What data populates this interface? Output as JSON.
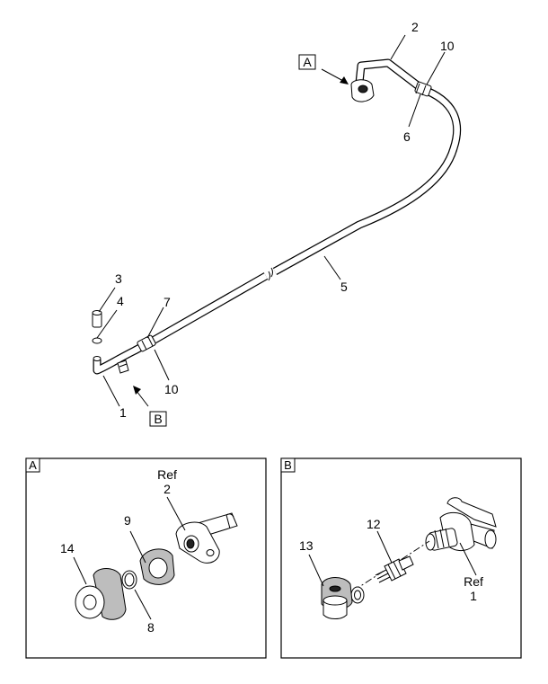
{
  "callouts": {
    "c2": "2",
    "c10_top": "10",
    "c6": "6",
    "c5": "5",
    "c3": "3",
    "c4": "4",
    "c7": "7",
    "c10_bottom": "10",
    "c1": "1",
    "c9": "9",
    "c14": "14",
    "c8": "8",
    "c12": "12",
    "c13": "13"
  },
  "view_refs": {
    "a": "A",
    "b": "B"
  },
  "detail_a": {
    "tag": "A",
    "ref_word": "Ref",
    "ref_num": "2"
  },
  "detail_b": {
    "tag": "B",
    "ref_word": "Ref",
    "ref_num": "1"
  }
}
